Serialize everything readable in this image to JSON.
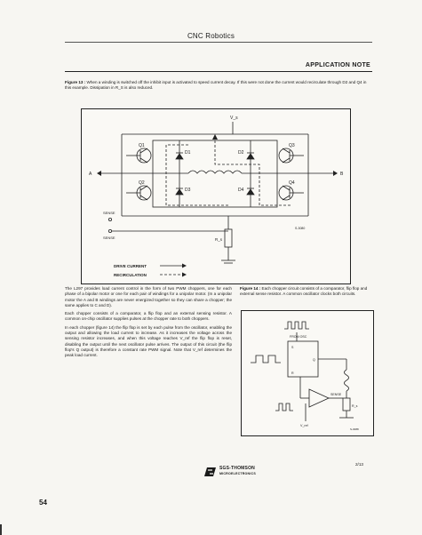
{
  "header": {
    "title": "CNC Robotics"
  },
  "application_note": "APPLICATION NOTE",
  "figure13": {
    "label": "Figure 13 :",
    "caption": "When a winding is switched off the inhibit input is activated to speed current decay. If this were not done the current would recirculate through D2 and Q4 in this example. Dissipation in R_S is also reduced.",
    "labels": {
      "vs": "V_s",
      "q1": "Q1",
      "q2": "Q2",
      "q3": "Q3",
      "q4": "Q4",
      "d1": "D1",
      "d2": "D2",
      "d3": "D3",
      "d4": "D4",
      "node_a": "A",
      "node_b": "B",
      "sense": "SENSE",
      "rs": "R_s",
      "code": "S-3080",
      "legend_drive": "DRIVE CURRENT",
      "legend_recirc": "RECIRCULATION"
    }
  },
  "body_paragraphs": [
    "The L297 provides load current control in the form of two PWM choppers, one for each phase of a bipolar motor or one for each pair of windings for a unipolar motor. (In a unipolar motor the A and B windings are never energized together so they can share a chopper; the same applies to C and D).",
    "Each chopper consists of a comparator, a flip flop and an external sensing resistor. A common on-chip oscillator supplies pulses at the chopper rate to both choppers.",
    "In each chopper (figure 14) the flip flop is set by each pulse from the oscillator, enabling the output and allowing the load current to increase. As it increases the voltage across the sensing resistor increases, and when this voltage reaches V_ref the flip flop is reset, disabling the output until the next oscillator pulse arrives. The output of this circuit (the flip flop's Q output) is therefore a constant rate PWM signal. Note that V_ref determines the peak load current."
  ],
  "figure14": {
    "label": "Figure 14 :",
    "caption": "Each chopper circuit consists of a comparator, flip flop and external sense resistor. A common oscillator clocks both circuits.",
    "labels": {
      "osc": "FROM OSC",
      "s": "S",
      "r": "R",
      "q": "Q",
      "sense": "SENSE",
      "vref": "V_ref",
      "rs": "R_s",
      "code": "S-3088"
    }
  },
  "footer": {
    "page_number_right": "2/13",
    "page_number_left": "54",
    "logo_line1": "SGS-THOMSON",
    "logo_line2": "MICROELECTRONICS"
  }
}
